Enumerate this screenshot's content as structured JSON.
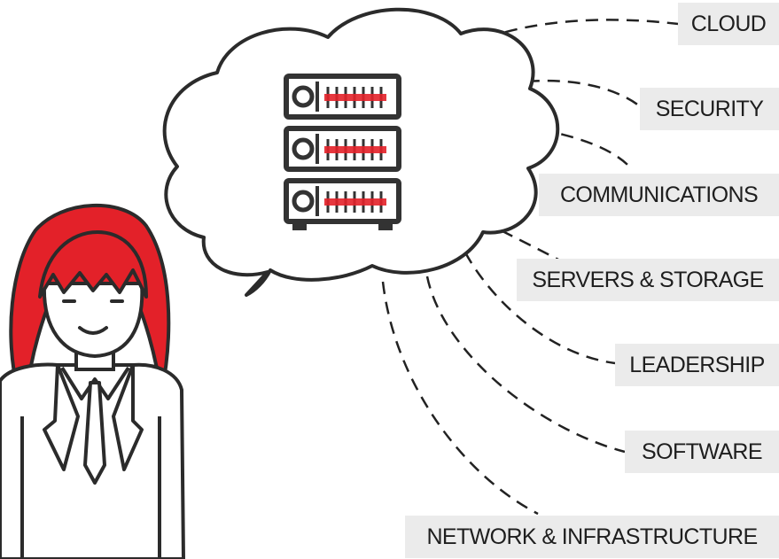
{
  "topics": [
    {
      "id": "cloud",
      "label": "CLOUD"
    },
    {
      "id": "security",
      "label": "SECURITY"
    },
    {
      "id": "communications",
      "label": "COMMUNICATIONS"
    },
    {
      "id": "servers-storage",
      "label": "SERVERS & STORAGE"
    },
    {
      "id": "leadership",
      "label": "LEADERSHIP"
    },
    {
      "id": "software",
      "label": "SOFTWARE"
    },
    {
      "id": "network-infrastructure",
      "label": "NETWORK & INFRASTRUCTURE"
    }
  ],
  "colors": {
    "accent": "#e32129",
    "outline": "#2b2b2b",
    "label_bg": "#ebebeb",
    "label_text": "#1e1e1e"
  }
}
